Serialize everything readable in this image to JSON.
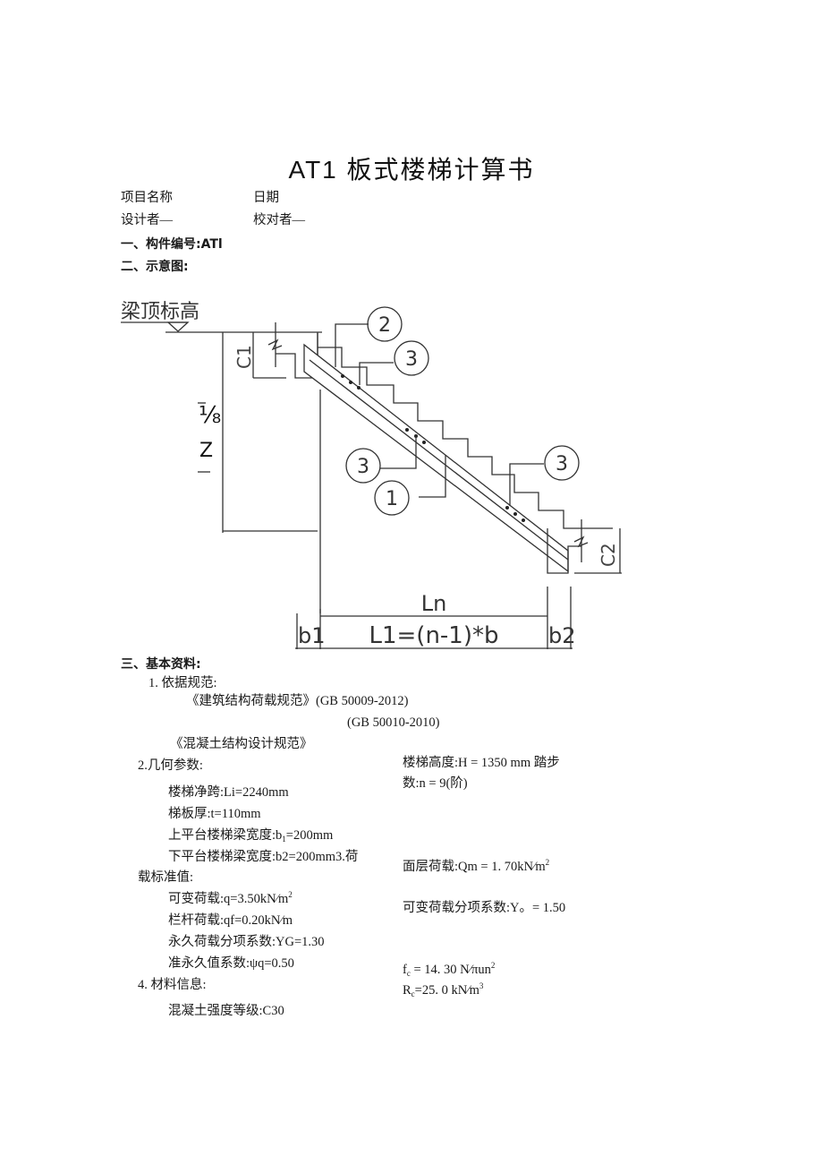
{
  "document": {
    "title": "AT1 板式楼梯计算书",
    "header": {
      "project_name_label": "项目名称",
      "date_label": "日期",
      "designer_label": "设计者—",
      "checker_label": "校对者—"
    },
    "section1": {
      "heading": "一、构件编号:ATl"
    },
    "section2": {
      "heading": "二、示意图:"
    },
    "diagram": {
      "beam_top_label": "梁顶标高",
      "c1_label": "C1",
      "c2_label": "C2",
      "left_dim_label_top": "⅛",
      "left_dim_label_bottom": "Z",
      "callouts": [
        "2",
        "3",
        "3",
        "1",
        "3"
      ],
      "ln_label": "Ln",
      "b1_label": "b1",
      "l1_label": "L1=(n-1)*b",
      "b2_label": "b2"
    },
    "section3": {
      "heading": "三、基本资料:",
      "codes": {
        "heading": "1. 依据规范:",
        "code1": "《建筑结构荷载规范》(GB 50009-2012)",
        "code2_number": "(GB 50010-2010)",
        "code2_name": "《混凝土结构设计规范》"
      },
      "geometry": {
        "heading": "2.几何参数:",
        "clear_span": "楼梯净跨:Li=2240mm",
        "slab_thickness": "梯板厚:t=110mm",
        "upper_beam_width_prefix": "上平台楼梯梁宽度:b",
        "upper_beam_width_sub": "1",
        "upper_beam_width_suffix": "=200mm",
        "lower_beam_width": "下平台楼梯梁宽度:b2=200mm3.荷",
        "load_std_heading": "载标准值:",
        "stair_height": "楼梯高度:H = 1350 mm 踏步",
        "step_count": "数:n = 9(阶)"
      },
      "loads": {
        "live_load_prefix": "可变荷载:q=3.50kN⁄m",
        "live_load_sup": "2",
        "railing_load": "栏杆荷载:qf=0.20kN⁄m",
        "dead_factor": "永久荷载分项系数:YG=1.30",
        "quasi_perm": "准永久值系数:ψq=0.50",
        "surface_load_prefix": "面层荷载:Qm = 1. 70kN⁄m",
        "surface_load_sup": "2",
        "live_factor": "可变荷载分项系数:Y。= 1.50"
      },
      "material": {
        "heading": "4. 材料信息:",
        "concrete_grade": "混凝土强度等级:C30",
        "fc_sym": "f",
        "fc_sub": "c",
        "fc_value": " = 14. 30 N⁄πun",
        "fc_sup": "2",
        "rc_sym": "R",
        "rc_sub": "c",
        "rc_value": "=25. 0 kN⁄m",
        "rc_sup": "3"
      }
    }
  }
}
